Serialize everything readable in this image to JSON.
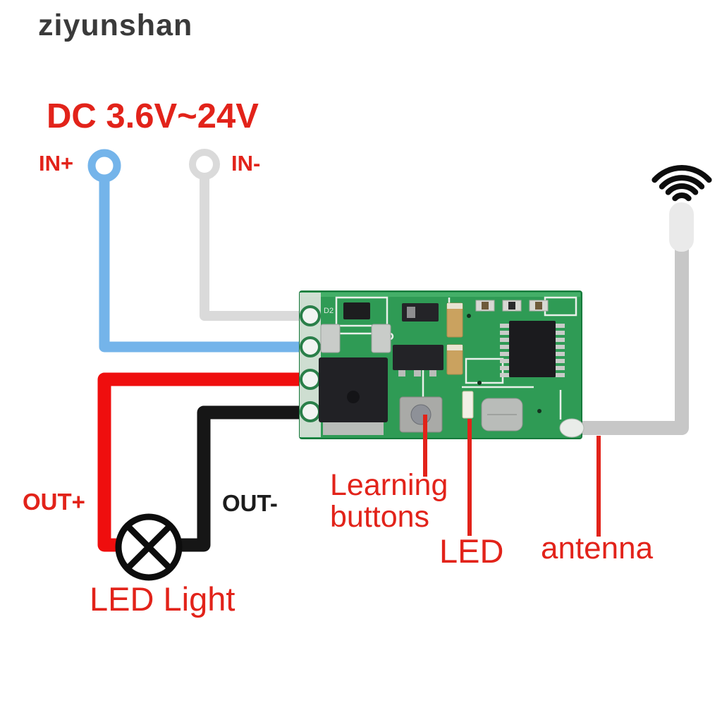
{
  "brand": {
    "watermark": "ziyunshan"
  },
  "diagram": {
    "voltage_title": "DC 3.6V~24V",
    "input": {
      "positive": "IN+",
      "negative": "IN-"
    },
    "output": {
      "positive": "OUT+",
      "negative": "OUT-"
    },
    "load_label": "LED Light",
    "annotations": {
      "learning_line1": "Learning",
      "learning_line2": "buttons",
      "led": "LED",
      "antenna": "antenna"
    },
    "pcb": {
      "silkscreen_d2": "D2"
    },
    "icons": {
      "wifi": "wifi-signal-icon",
      "lamp": "lamp-bulb-icon",
      "ring_pos": "ring-terminal-icon",
      "ring_neg": "ring-terminal-icon"
    },
    "colors": {
      "label_red": "#e2231a",
      "wire_red": "#ef0e0e",
      "wire_black": "#161616",
      "wire_blue": "#74b4ea",
      "input_gray": "#dadada",
      "antenna_gray": "#c7c7c7",
      "antenna_tip": "#eaeaea",
      "pcb_green": "#2f9b55",
      "watermark_gray": "#3a3a3a"
    }
  }
}
